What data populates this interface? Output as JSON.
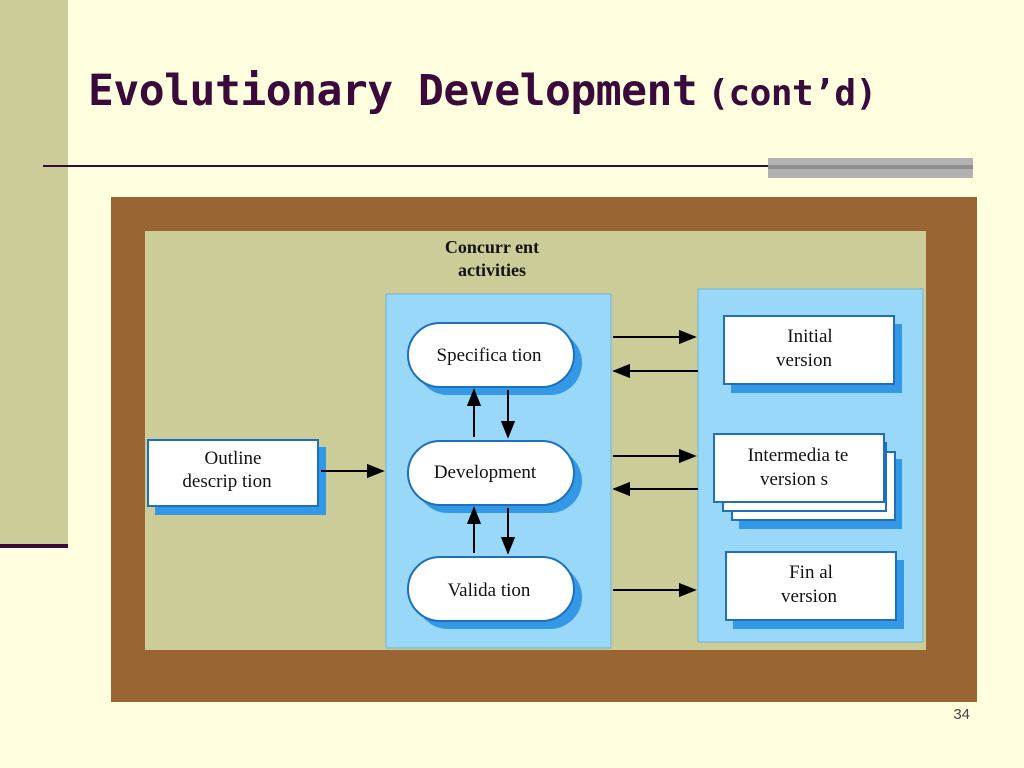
{
  "slide": {
    "title": "Evolutionary Development",
    "title_suffix": "(cont’d)",
    "page_number": "34"
  },
  "diagram": {
    "concurrent_label": [
      "Concurr ent",
      "activities"
    ],
    "outline": [
      "Outline",
      "descrip tion"
    ],
    "activities": {
      "specification": "Specifica tion",
      "development": "Development",
      "validation": "Valida tion"
    },
    "versions": {
      "initial": [
        "Initial",
        "version"
      ],
      "intermediate": [
        "Intermedia te",
        "version s"
      ],
      "final": [
        "Fin al",
        "version"
      ]
    }
  },
  "colors": {
    "background": "#ffffe0",
    "left_band": "#cccc99",
    "title": "#3a0a3a",
    "frame": "#996633",
    "diagram_bg": "#cccc99",
    "panel": "#99d8f8",
    "box_shadow": "#3399e6",
    "box_border": "#1f6fbf"
  }
}
